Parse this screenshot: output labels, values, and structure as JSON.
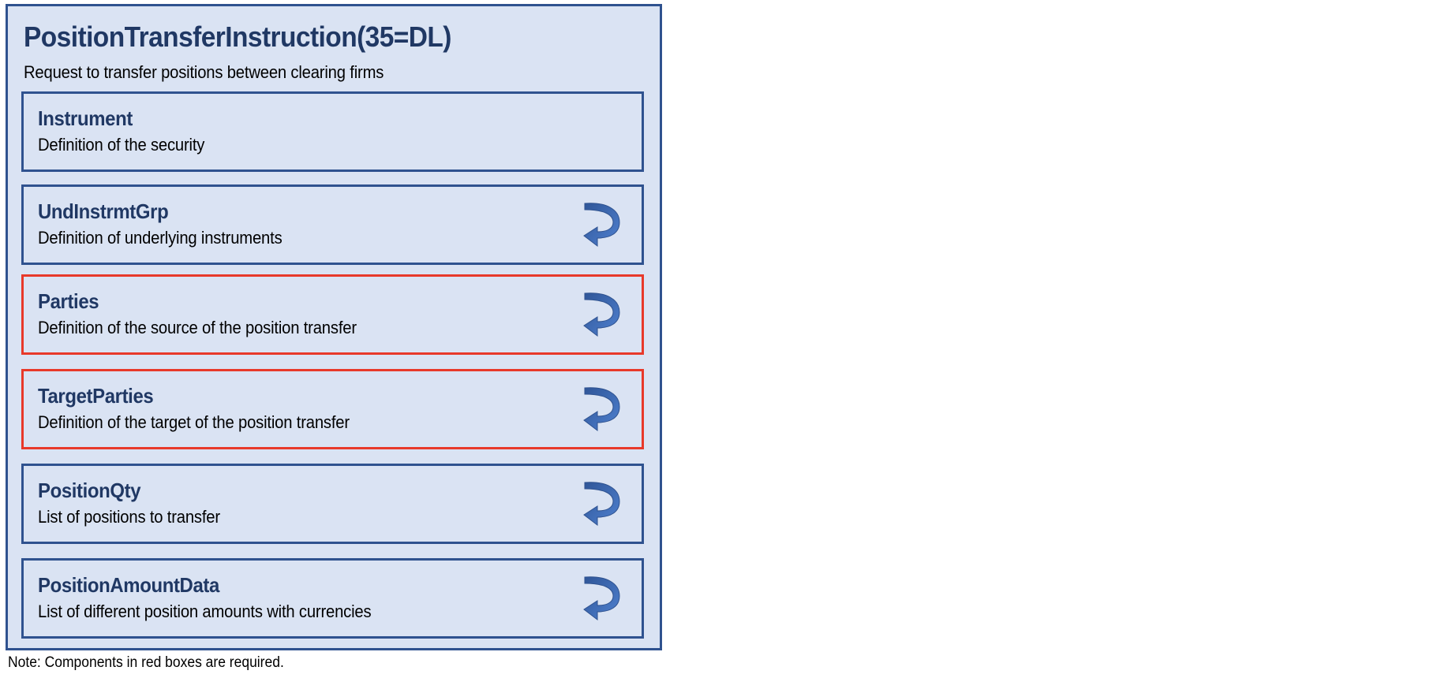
{
  "message": {
    "title": "PositionTransferInstruction(35=DL)",
    "description": "Request to transfer positions between clearing firms"
  },
  "components": [
    {
      "name": "Instrument",
      "description": "Definition of the security",
      "required": false,
      "repeating": false
    },
    {
      "name": "UndInstrmtGrp",
      "description": "Definition of underlying instruments",
      "required": false,
      "repeating": true
    },
    {
      "name": "Parties",
      "description": "Definition of the source of the position transfer",
      "required": true,
      "repeating": true
    },
    {
      "name": "TargetParties",
      "description": "Definition of the target of the position transfer",
      "required": true,
      "repeating": true
    },
    {
      "name": "PositionQty",
      "description": "List of positions to transfer",
      "required": false,
      "repeating": true
    },
    {
      "name": "PositionAmountData",
      "description": "List of different position amounts with currencies",
      "required": false,
      "repeating": true
    }
  ],
  "icons": {
    "repeating": "repeat-arrow-icon"
  },
  "colors": {
    "fill": "#DAE3F3",
    "border": "#2F528F",
    "required_border": "#E8392A",
    "title_text": "#203864"
  },
  "note": "Note: Components in red boxes are required."
}
